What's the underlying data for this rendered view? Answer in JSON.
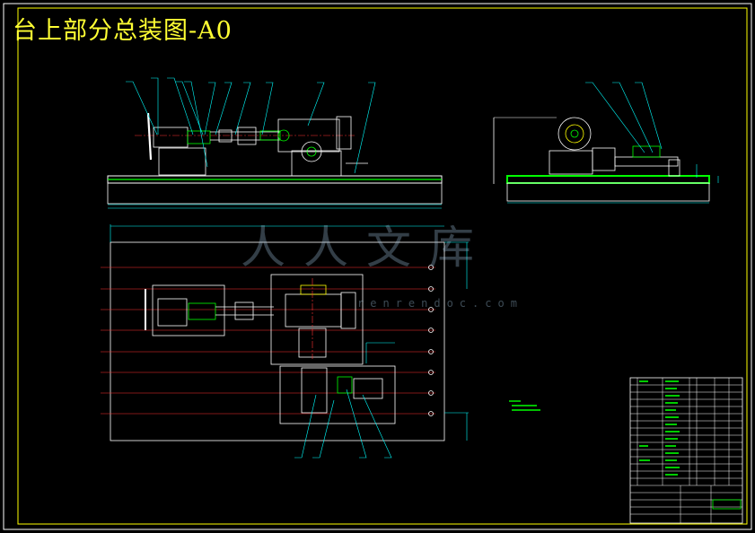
{
  "drawing": {
    "title": "台上部分总装图-A0",
    "colors": {
      "background": "#000000",
      "frame": "#ffff00",
      "outline": "#ffffff",
      "dimension": "#00ffff",
      "part": "#00ff00",
      "centerline": "#ff3333",
      "leader": "#00ffff"
    }
  },
  "watermark": {
    "text": "人人文库",
    "sub": "renrendoc.com"
  }
}
